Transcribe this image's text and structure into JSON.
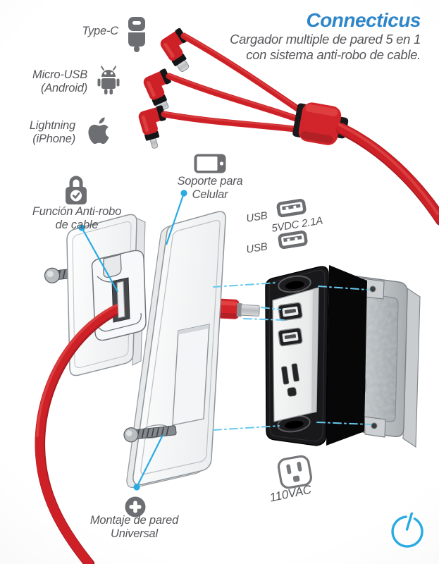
{
  "header": {
    "brand": "Connecticus",
    "tagline1": "Cargador multiple de pared 5 en 1",
    "tagline2": "con sistema anti-robo de cable."
  },
  "cable_labels": {
    "type_c": {
      "label": "Type-C",
      "icon": "usb-c-connector-icon"
    },
    "micro_usb": {
      "label": "Micro-USB",
      "sub": "(Android)",
      "icon": "android-robot-icon"
    },
    "lightning": {
      "label": "Lightning",
      "sub": "(iPhone)",
      "icon": "apple-logo-icon"
    }
  },
  "callouts": {
    "anti_theft": {
      "line1": "Función Anti-robo",
      "line2": "de cable",
      "icon": "padlock-check-icon"
    },
    "phone_stand": {
      "line1": "Soporte para",
      "line2": "Celular",
      "icon": "smartphone-icon"
    },
    "usb_ports": {
      "port1_label": "USB",
      "rating": "5VDC 2.1A",
      "port2_label": "USB",
      "icon": "usb-a-port-icon"
    },
    "ac_outlet": {
      "label": "110VAC",
      "icon": "power-outlet-icon"
    },
    "wall_mount": {
      "line1": "Montaje de pared",
      "line2": "Universal",
      "icon": "plus-circle-icon"
    }
  },
  "footer": {
    "power_icon": "power-symbol-icon"
  },
  "colors": {
    "brand_blue": "#2e86c8",
    "callout_blue": "#29abe2",
    "dash_blue": "#66c9ef",
    "text_gray": "#55565a",
    "icon_gray": "#6d6e71",
    "cable_red": "#ce2127",
    "outlet_black": "#1a1a1b",
    "metal_gray": "#b9bdc1"
  }
}
